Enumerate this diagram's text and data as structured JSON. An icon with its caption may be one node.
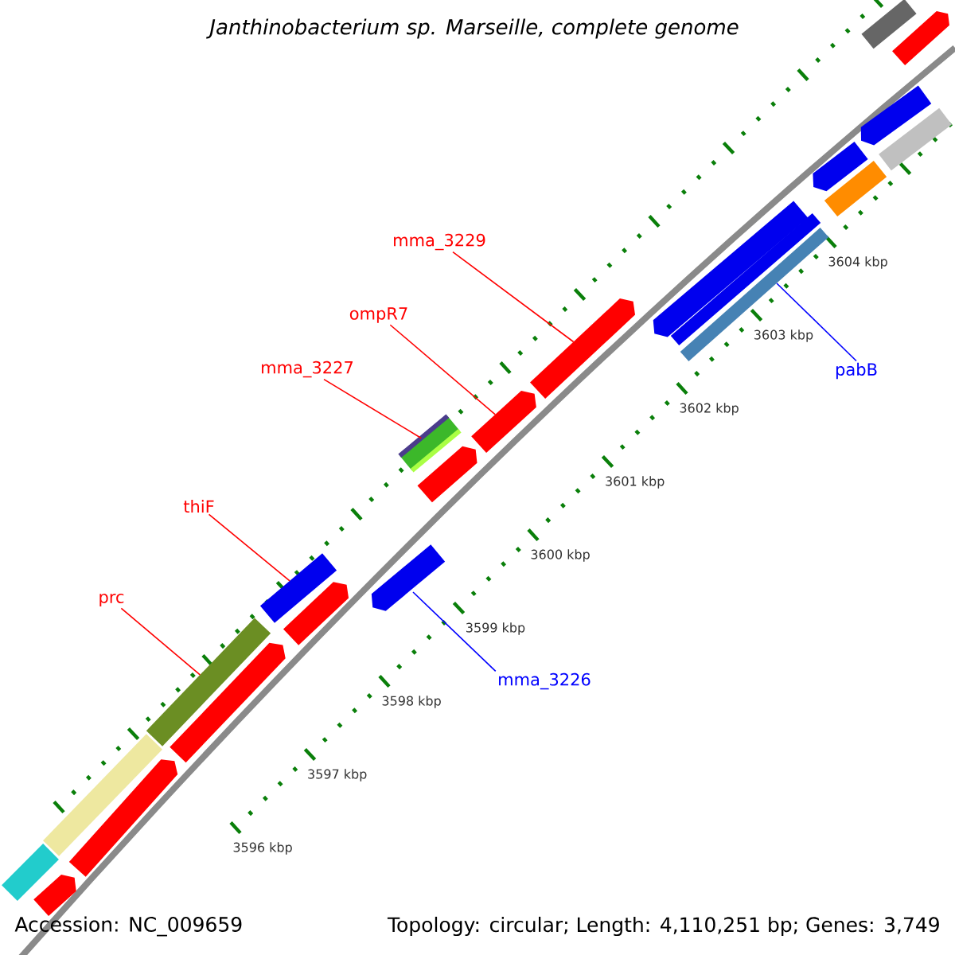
{
  "diagram": {
    "title": "Janthinobacterium sp. Marseille, complete genome",
    "nodes": [
      {
        "text": [
          "mma_3229"
        ]
      },
      {
        "text": [
          "ompR7"
        ]
      },
      {
        "text": [
          "mma_3227"
        ]
      },
      {
        "text": [
          "pabB"
        ]
      },
      {
        "text": [
          "thiF"
        ]
      },
      {
        "text": [
          "prc"
        ]
      },
      {
        "text": [
          "mma_3226"
        ]
      },
      {
        "text": [],
        "shape": "bar"
      },
      {
        "text": [],
        "shape": "bar"
      },
      {
        "text": [],
        "shape": "bar"
      },
      {
        "text": [],
        "shape": "bar"
      },
      {
        "text": [],
        "shape": "bar"
      },
      {
        "text": [],
        "shape": "bar"
      },
      {
        "text": [],
        "shape": "bar"
      },
      {
        "text": [],
        "shape": "bar"
      },
      {
        "text": [],
        "shape": "bar"
      },
      {
        "text": [],
        "shape": "bar"
      },
      {
        "text": [],
        "shape": "bar"
      },
      {
        "text": [],
        "shape": "bar"
      },
      {
        "text": [],
        "shape": "bar"
      },
      {
        "text": [],
        "shape": "bar"
      },
      {
        "text": [],
        "shape": "bar"
      },
      {
        "text": [],
        "shape": "bar"
      },
      {
        "text": [],
        "shape": "bar"
      },
      {
        "text": [],
        "shape": "bar"
      },
      {
        "text": [],
        "shape": "bar"
      },
      {
        "text": [],
        "shape": "bar"
      },
      {
        "text": [],
        "shape": "bar"
      },
      {
        "text": [],
        "shape": "bar"
      }
    ],
    "edges": [
      {
        "from": 0,
        "to": 19,
        "arrow": "none"
      },
      {
        "from": 1,
        "to": 18,
        "arrow": "none"
      },
      {
        "from": 2,
        "to": 16,
        "arrow": "none"
      },
      {
        "from": 3,
        "to": 22,
        "arrow": "none",
        "color": "#0000ff"
      },
      {
        "from": 4,
        "to": 13,
        "arrow": "none"
      },
      {
        "from": 5,
        "to": 11,
        "arrow": "none"
      },
      {
        "from": 6,
        "to": 15,
        "arrow": "none",
        "color": "#0000ff"
      }
    ],
    "labels": [
      "3604 kbp",
      "3603 kbp",
      "3602 kbp",
      "3601 kbp",
      "3600 kbp",
      "3599 kbp",
      "3598 kbp",
      "3597 kbp",
      "3596 kbp",
      "Accession: NC_009659",
      "Topology: circular; Length: 4,110,251 bp; Genes: 3,749"
    ]
  }
}
